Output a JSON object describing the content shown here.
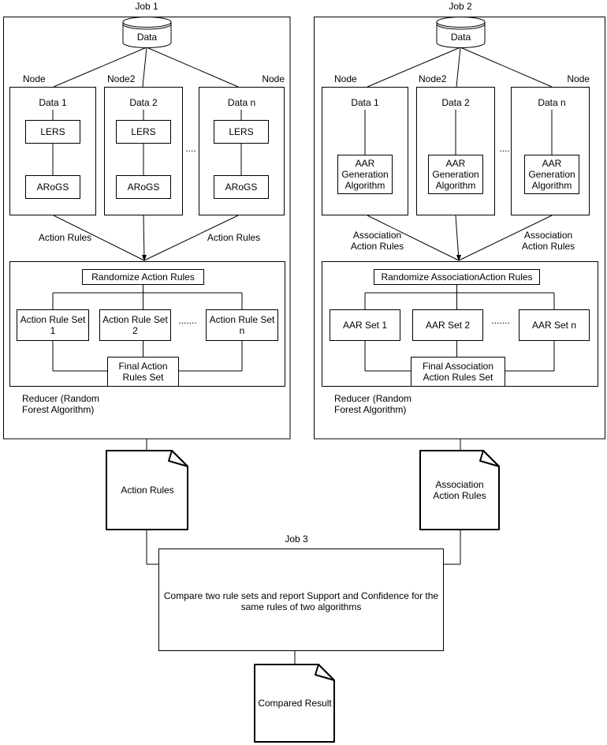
{
  "colors": {
    "stroke": "#000000",
    "background": "#ffffff",
    "text": "#000000"
  },
  "diagram": {
    "job1": {
      "title": "Job 1",
      "datastore": "Data",
      "node_ellipsis": "....",
      "nodes": [
        {
          "label": "Node",
          "data": "Data 1",
          "steps": [
            "LERS",
            "ARoGS"
          ]
        },
        {
          "label": "Node2",
          "data": "Data 2",
          "steps": [
            "LERS",
            "ARoGS"
          ]
        },
        {
          "label": "Node",
          "data": "Data n",
          "steps": [
            "LERS",
            "ARoGS"
          ]
        }
      ],
      "edge_labels": {
        "left": "Action Rules",
        "right": "Action Rules"
      },
      "reducer": {
        "randomize": "Randomize Action Rules",
        "sets": [
          "Action Rule Set 1",
          "Action Rule Set 2",
          "Action Rule Set n"
        ],
        "set_ellipsis": ".......",
        "final": "Final Action Rules Set",
        "caption": "Reducer (Random Forest Algorithm)"
      },
      "output_doc": "Action Rules"
    },
    "job2": {
      "title": "Job 2",
      "datastore": "Data",
      "node_ellipsis": "....",
      "nodes": [
        {
          "label": "Node",
          "data": "Data 1",
          "algorithm": "AAR Generation Algorithm"
        },
        {
          "label": "Node2",
          "data": "Data 2",
          "algorithm": "AAR Generation Algorithm"
        },
        {
          "label": "Node",
          "data": "Data n",
          "algorithm": "AAR Generation Algorithm"
        }
      ],
      "edge_labels": {
        "left": "Association Action Rules",
        "right": "Association Action Rules"
      },
      "reducer": {
        "randomize": "Randomize AssociationAction Rules",
        "sets": [
          "AAR Set 1",
          "AAR Set 2",
          "AAR Set n"
        ],
        "set_ellipsis": ".......",
        "final": "Final Association Action Rules Set",
        "caption": "Reducer (Random Forest Algorithm)"
      },
      "output_doc": "Association Action Rules"
    },
    "job3": {
      "title": "Job 3",
      "process": "Compare two rule sets and report Support and Confidence for the same rules of two algorithms",
      "output_doc": "Compared Result"
    }
  }
}
